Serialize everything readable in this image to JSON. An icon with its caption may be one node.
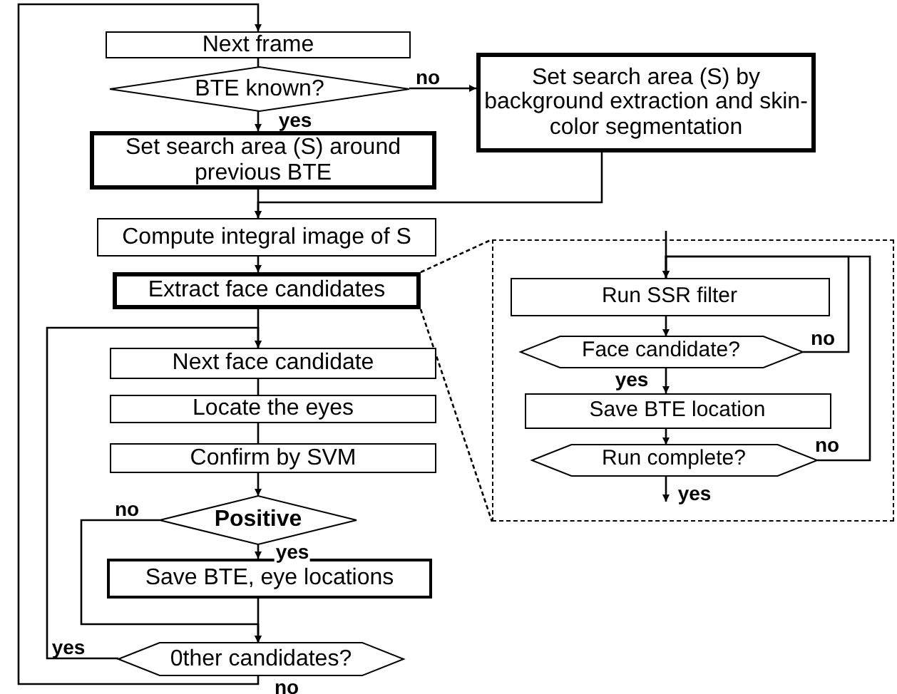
{
  "diagram": {
    "nodes": [
      {
        "text": [
          "Next frame"
        ]
      },
      {
        "text": [
          "BTE known?"
        ]
      },
      {
        "text": [
          "Set search area (S) around previous BTE"
        ]
      },
      {
        "text": [
          "Set search area (S) by background extraction and skin-color segmentation"
        ]
      },
      {
        "text": [
          "Compute integral image of S"
        ]
      },
      {
        "text": [
          "Extract face candidates"
        ]
      },
      {
        "text": [],
        "shape": "box"
      },
      {
        "text": [
          "Run SSR filter"
        ],
        "in": 6
      },
      {
        "text": [
          "Face candidate?"
        ],
        "in": 6
      },
      {
        "text": [
          "Save BTE location"
        ],
        "in": 6
      },
      {
        "text": [
          "Run complete?"
        ],
        "in": 6
      },
      {
        "text": [
          "Next face candidate"
        ]
      },
      {
        "text": [
          "Locate the eyes"
        ]
      },
      {
        "text": [
          "Confirm by SVM"
        ]
      },
      {
        "text": [
          "Positive"
        ]
      },
      {
        "text": [
          "Save BTE, eye locations"
        ]
      },
      {
        "text": [
          "0ther candidates?"
        ]
      }
    ],
    "edges": [
      {
        "from": 0,
        "to": 1,
        "arrow": "none"
      },
      {
        "from": 1,
        "to": 3,
        "arrow": "to",
        "label": "no"
      },
      {
        "from": 1,
        "to": 2,
        "arrow": "to",
        "label": "yes"
      },
      {
        "from": 2,
        "to": 4,
        "arrow": "to"
      },
      {
        "from": 3,
        "to": 4,
        "arrow": "to"
      },
      {
        "from": 4,
        "to": 5,
        "arrow": "to"
      },
      {
        "from": 5,
        "to": 11,
        "arrow": "to"
      },
      {
        "from": 11,
        "to": 12,
        "arrow": "none"
      },
      {
        "from": 12,
        "to": 13,
        "arrow": "none"
      },
      {
        "from": 13,
        "to": 14,
        "arrow": "to"
      },
      {
        "from": 14,
        "to": 15,
        "arrow": "to",
        "label": "yes"
      },
      {
        "from": 14,
        "to": 16,
        "arrow": "to",
        "label": "no"
      },
      {
        "from": 15,
        "to": 16,
        "arrow": "to"
      },
      {
        "from": 16,
        "to": 11,
        "arrow": "to",
        "label": "yes"
      },
      {
        "from": 16,
        "to": 0,
        "arrow": "to",
        "label": "no"
      },
      {
        "from": null,
        "to": 7,
        "arrow": "to"
      },
      {
        "from": 7,
        "to": 8,
        "arrow": "to"
      },
      {
        "from": 8,
        "to": 7,
        "arrow": "to",
        "label": "no"
      },
      {
        "from": 8,
        "to": 9,
        "arrow": "to",
        "label": "yes"
      },
      {
        "from": 9,
        "to": 10,
        "arrow": "to"
      },
      {
        "from": 10,
        "to": 7,
        "arrow": "to",
        "label": "no"
      },
      {
        "from": 10,
        "to": null,
        "arrow": "to",
        "label": "yes"
      },
      {
        "from": 5,
        "to": 6,
        "arrow": "none",
        "style": "dashed"
      },
      {
        "from": 5,
        "to": 6,
        "arrow": "none",
        "style": "dashed"
      }
    ]
  }
}
